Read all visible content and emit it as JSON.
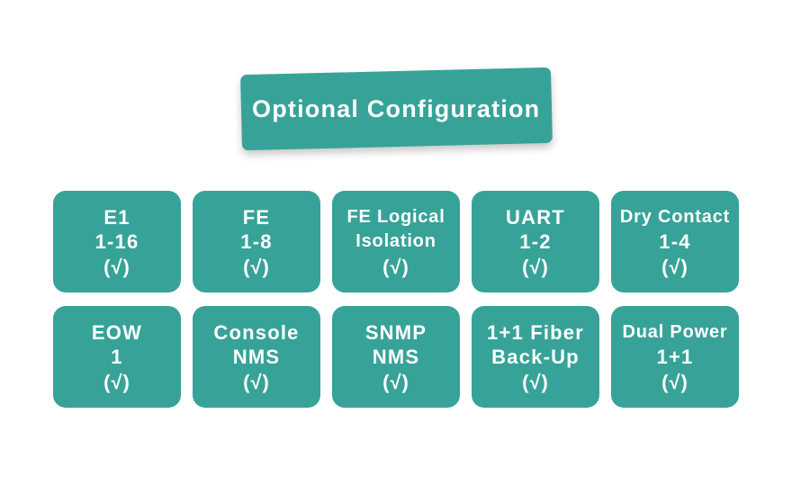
{
  "title": "Optional Configuration",
  "rows": [
    {
      "tiles": [
        {
          "lines": [
            "E1",
            "1-16"
          ],
          "mark": "(√)"
        },
        {
          "lines": [
            "FE",
            "1-8"
          ],
          "mark": "(√)"
        },
        {
          "lines": [
            "FE Logical",
            "Isolation"
          ],
          "mark": "(√)"
        },
        {
          "lines": [
            "UART",
            "1-2"
          ],
          "mark": "(√)"
        },
        {
          "lines": [
            "Dry Contact",
            "1-4"
          ],
          "mark": "(√)"
        }
      ]
    },
    {
      "tiles": [
        {
          "lines": [
            "EOW",
            "1"
          ],
          "mark": "(√)"
        },
        {
          "lines": [
            "Console",
            "NMS"
          ],
          "mark": "(√)"
        },
        {
          "lines": [
            "SNMP",
            "NMS"
          ],
          "mark": "(√)"
        },
        {
          "lines": [
            "1+1 Fiber",
            "Back-Up"
          ],
          "mark": "(√)"
        },
        {
          "lines": [
            "Dual Power",
            "1+1"
          ],
          "mark": "(√)"
        }
      ]
    }
  ]
}
